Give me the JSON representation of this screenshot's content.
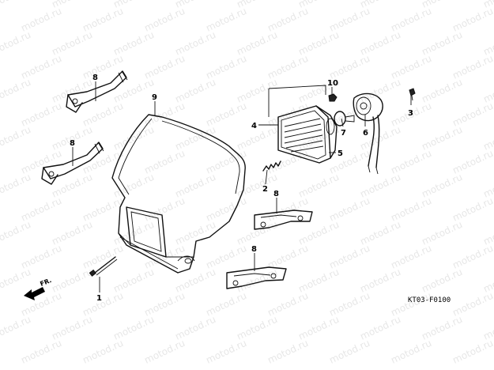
{
  "watermark": "motod.ru",
  "diagram_code": "KT03-F0100",
  "direction_label": "FR.",
  "callouts": {
    "bracket_upper": "8",
    "bracket_lower": "8",
    "bracket_mid_right": "8",
    "bracket_bottom_right": "8",
    "headlight_cover": "9",
    "bolt": "1",
    "spring": "2",
    "headlight_unit": "4",
    "lens_reflector": "5",
    "bulb": "7",
    "socket": "6",
    "nut": "10",
    "screw": "3"
  }
}
